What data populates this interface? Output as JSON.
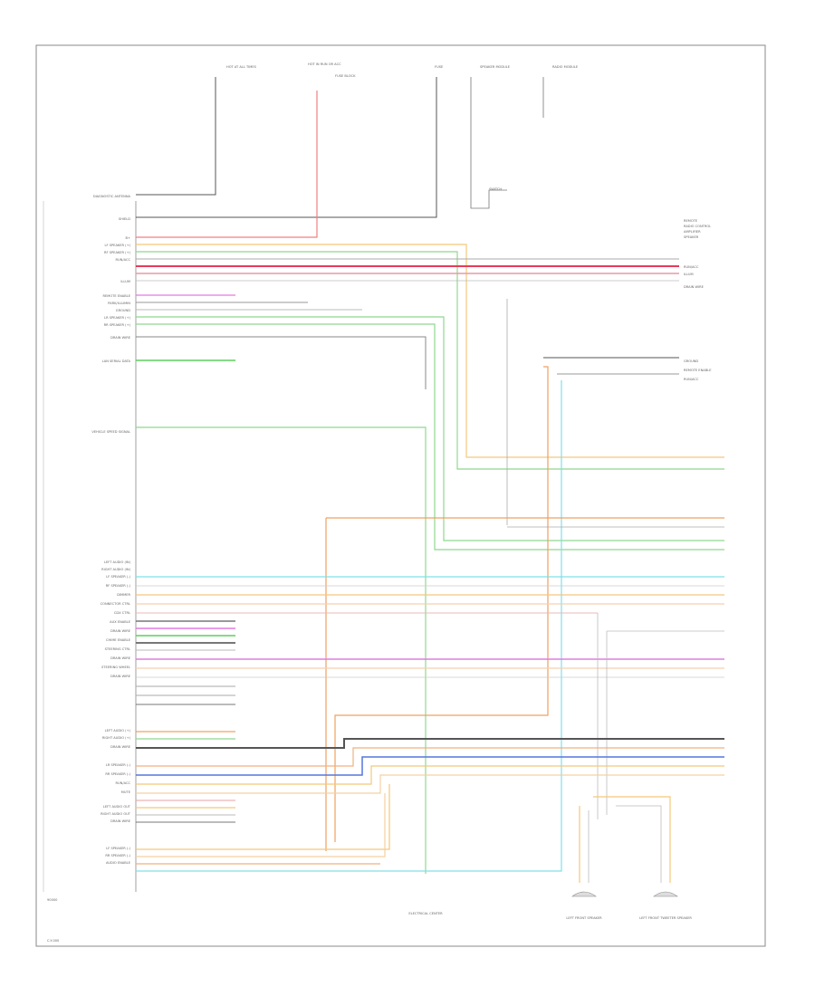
{
  "diagram": {
    "footer_left": "90000",
    "footer_bottom": "C-Y-000",
    "left_labels": [
      "DIAGNOSTIC ANTENNA",
      "SHIELD",
      "B+",
      "LF SPEAKER (+)",
      "RF SPEAKER (+)",
      "RUN/ACC",
      "ILLUM",
      "REMOTE ENABLE",
      "PARK/ILLUMIN",
      "GROUND",
      "LR SPEAKER (+)",
      "RR SPEAKER (+)",
      "DRAIN WIRE",
      "LAN SERIAL DATA",
      "VEHICLE SPEED SIGNAL",
      "LEFT AUDIO (IN)",
      "RIGHT AUDIO (IN)",
      "LF SPEAKER (-)",
      "RF SPEAKER (-)",
      "DIMMER",
      "CONNECTOR CTRL",
      "CDX CTRL",
      "AUX ENABLE",
      "DRAIN WIRE",
      "CHIME ENABLE",
      "STEERING CTRL",
      "DRAIN WIRE",
      "STEERING WHEEL",
      "DRAIN WIRE",
      "LEFT AUDIO (+)",
      "RIGHT AUDIO (+)",
      "DRAIN WIRE",
      "LR SPEAKER (-)",
      "RR SPEAKER (-)",
      "RUN/ACC",
      "MUTE",
      "LEFT AUDIO OUT",
      "RIGHT AUDIO OUT",
      "DRAIN WIRE",
      "LF SPEAKER (-)",
      "RR SPEAKER (-)",
      "AUDIO ENABLE"
    ],
    "top_labels": [
      "HOT AT ALL TIMES",
      "HOT IN RUN OR ACC",
      "FUSE BLOCK",
      "SWITCH",
      "FUSE",
      "SPEAKER MODULE",
      "RADIO MODULE"
    ],
    "right_labels": [
      "REMOTE",
      "RADIO CONTROL",
      "AMPLIFIER",
      "SPEAKER",
      "RUN/ACC",
      "ILLUM",
      "DRAIN WIRE",
      "GROUND",
      "REMOTE ENABLE",
      "RUN/ACC"
    ],
    "bottom_labels": [
      "ELECTRICAL CENTER",
      "LEFT FRONT SPEAKER",
      "LEFT FRONT TWEETER SPEAKER"
    ]
  }
}
